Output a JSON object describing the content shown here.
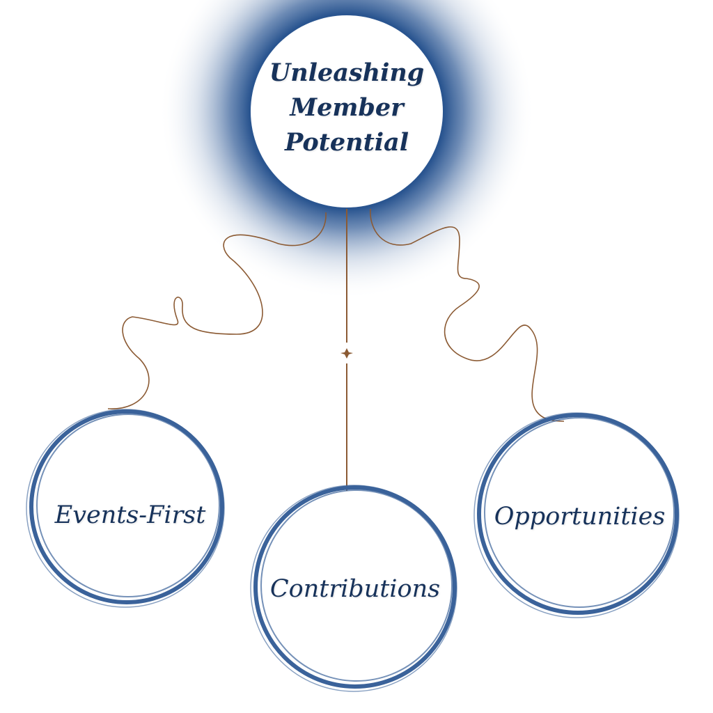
{
  "hub": {
    "title_lines": [
      "Unleashing",
      "Member",
      "Potential"
    ]
  },
  "nodes": [
    {
      "label": "Events-First"
    },
    {
      "label": "Contributions"
    },
    {
      "label": "Opportunities"
    }
  ],
  "colors": {
    "navy": "#17325a",
    "ring": "#3a629a",
    "connector": "#8b5a33"
  }
}
